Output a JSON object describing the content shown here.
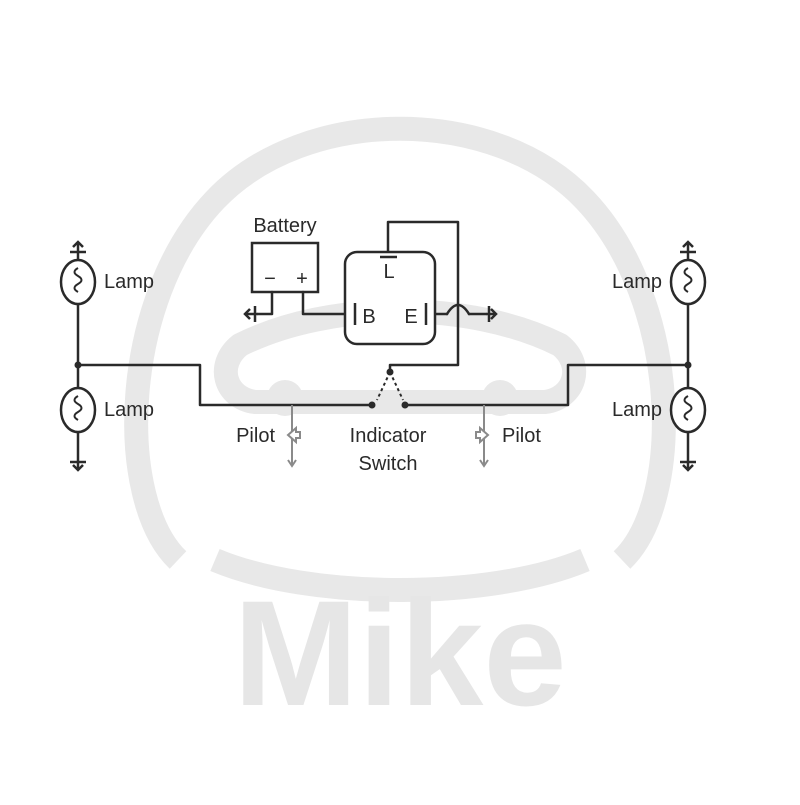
{
  "watermark": {
    "text": "Mike"
  },
  "battery": {
    "label": "Battery",
    "minus": "−",
    "plus": "+"
  },
  "flasher": {
    "terminal_l": "L",
    "terminal_b": "B",
    "terminal_e": "E"
  },
  "lamps": {
    "left_top": "Lamp",
    "left_bottom": "Lamp",
    "right_top": "Lamp",
    "right_bottom": "Lamp"
  },
  "pilots": {
    "left": "Pilot",
    "right": "Pilot"
  },
  "switch": {
    "line1": "Indicator",
    "line2": "Switch"
  },
  "colors": {
    "line": "#2a2a2a",
    "pilot_line": "#8a8a8a",
    "watermark": "#e6e6e6"
  }
}
